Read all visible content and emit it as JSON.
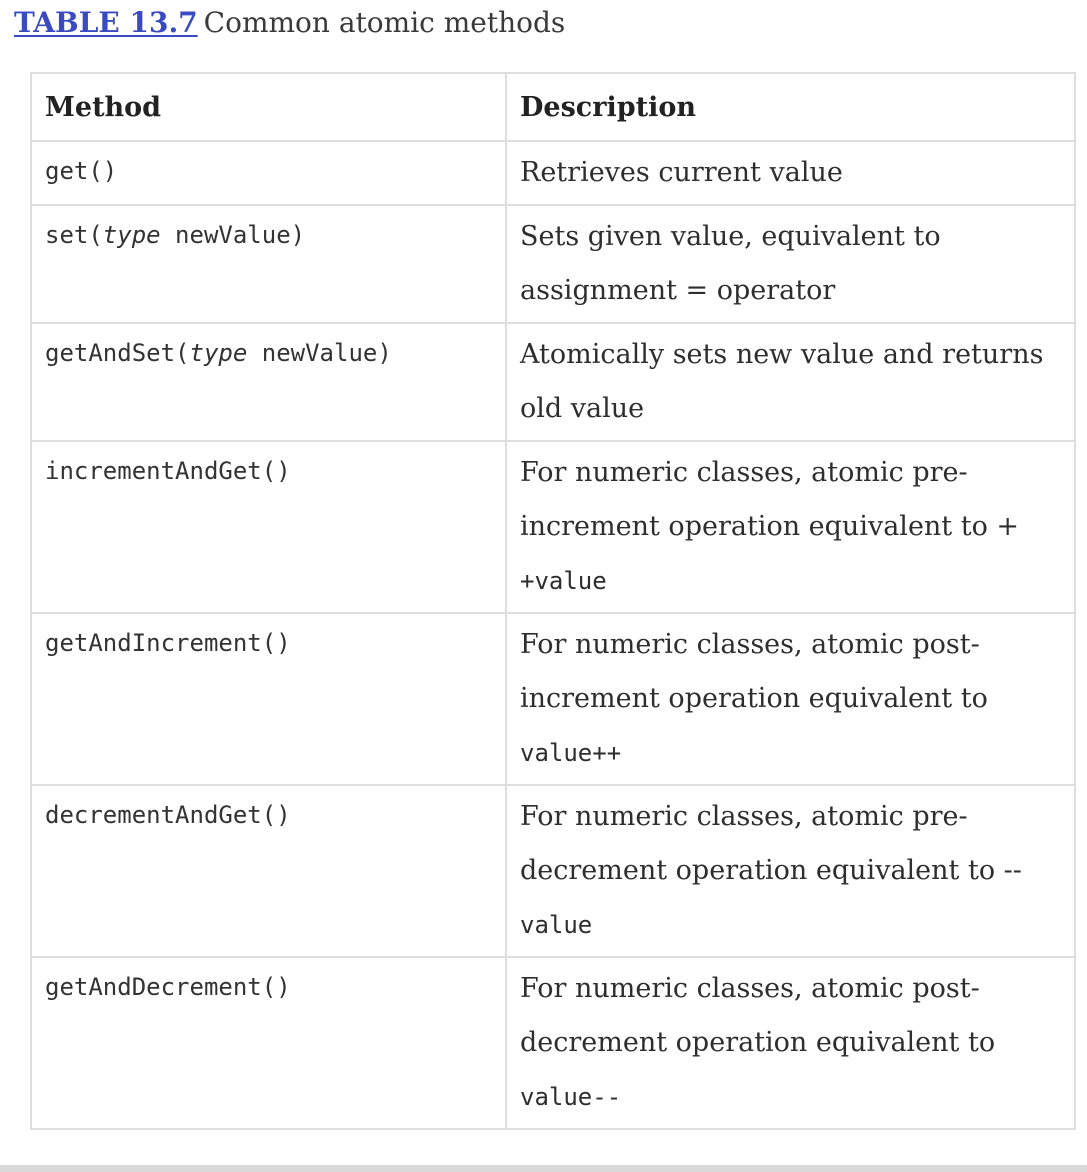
{
  "caption": {
    "label": "TABLE 13.7",
    "title": "Common atomic methods"
  },
  "table": {
    "headers": [
      "Method",
      "Description"
    ],
    "rows": [
      {
        "method": {
          "name": "get",
          "arg_type": "",
          "arg_rest": "",
          "close": "()"
        },
        "description": {
          "text": "Retrieves current value",
          "code": ""
        }
      },
      {
        "method": {
          "name": "set(",
          "arg_type": "type",
          "arg_rest": " newValue",
          "close": ")"
        },
        "description": {
          "text": "Sets given value, equivalent to assignment = operator",
          "code": ""
        }
      },
      {
        "method": {
          "name": "getAndSet(",
          "arg_type": "type",
          "arg_rest": " newValue",
          "close": ")"
        },
        "description": {
          "text": "Atomically sets new value and returns old value",
          "code": ""
        }
      },
      {
        "method": {
          "name": "incrementAndGet",
          "arg_type": "",
          "arg_rest": "",
          "close": "()"
        },
        "description": {
          "text": "For numeric classes, atomic pre-increment operation equivalent to +",
          "code": "+value"
        }
      },
      {
        "method": {
          "name": "getAndIncrement",
          "arg_type": "",
          "arg_rest": "",
          "close": "()"
        },
        "description": {
          "text": "For numeric classes, atomic post-increment operation equivalent to",
          "code": "value++"
        }
      },
      {
        "method": {
          "name": "decrementAndGet",
          "arg_type": "",
          "arg_rest": "",
          "close": "()"
        },
        "description": {
          "text": "For numeric classes, atomic pre-decrement operation equivalent to --",
          "code": "value"
        }
      },
      {
        "method": {
          "name": "getAndDecrement",
          "arg_type": "",
          "arg_rest": "",
          "close": "()"
        },
        "description": {
          "text": "For numeric classes, atomic post-decrement operation equivalent to",
          "code": "value--"
        }
      }
    ]
  }
}
